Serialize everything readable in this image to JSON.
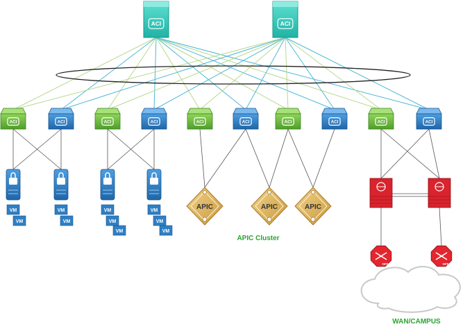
{
  "spines": [
    {
      "label": "ACI"
    },
    {
      "label": "ACI"
    }
  ],
  "leaves": [
    {
      "label": "ACI",
      "color": "green"
    },
    {
      "label": "ACI",
      "color": "blue"
    },
    {
      "label": "ACI",
      "color": "green"
    },
    {
      "label": "ACI",
      "color": "blue"
    },
    {
      "label": "ACI",
      "color": "green"
    },
    {
      "label": "ACI",
      "color": "blue"
    },
    {
      "label": "ACI",
      "color": "green"
    },
    {
      "label": "ACI",
      "color": "blue"
    },
    {
      "label": "ACI",
      "color": "green"
    },
    {
      "label": "ACI",
      "color": "blue"
    }
  ],
  "vm_label": "VM",
  "apic_nodes": [
    {
      "label": "APIC"
    },
    {
      "label": "APIC"
    },
    {
      "label": "APIC"
    }
  ],
  "apic_cluster_label": "APIC Cluster",
  "wan_label": "WAN/CAMPUS",
  "router_badge": "OFF",
  "colors": {
    "spine": "#2ec4b6",
    "leaf_green": "#6cbd3c",
    "leaf_blue": "#2f7fc4",
    "link_green": "#b7d98f",
    "link_blue": "#4db8d8",
    "apic": "#d9b25a",
    "firewall": "#d9232d",
    "router": "#e3262f",
    "cluster_text": "#2aa42f",
    "wan_text": "#2aa42f"
  }
}
